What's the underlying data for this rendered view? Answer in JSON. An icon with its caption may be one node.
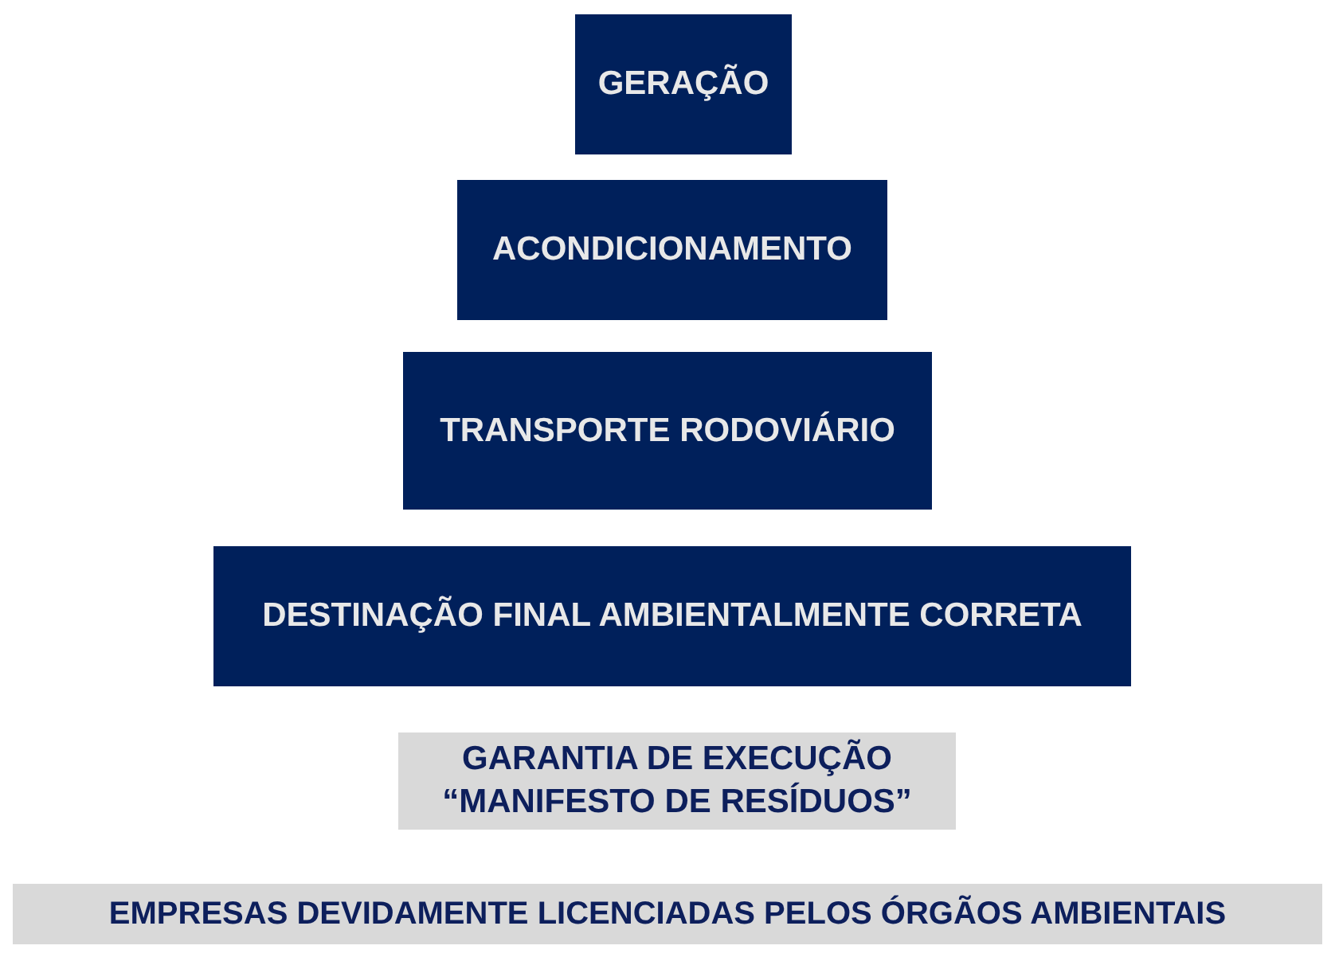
{
  "diagram": {
    "nodes": [
      {
        "text": [
          "GERAÇÃO"
        ]
      },
      {
        "text": [
          "ACONDICIONAMENTO"
        ]
      },
      {
        "text": [
          "TRANSPORTE RODOVIÁRIO"
        ]
      },
      {
        "text": [
          "DESTINAÇÃO FINAL AMBIENTALMENTE CORRETA"
        ]
      },
      {
        "text": [
          "GARANTIA DE EXECUÇÃO “MANIFESTO DE RESÍDUOS”"
        ]
      },
      {
        "text": [
          "EMPRESAS DEVIDAMENTE LICENCIADAS PELOS ÓRGÃOS AMBIENTAIS"
        ]
      }
    ]
  }
}
